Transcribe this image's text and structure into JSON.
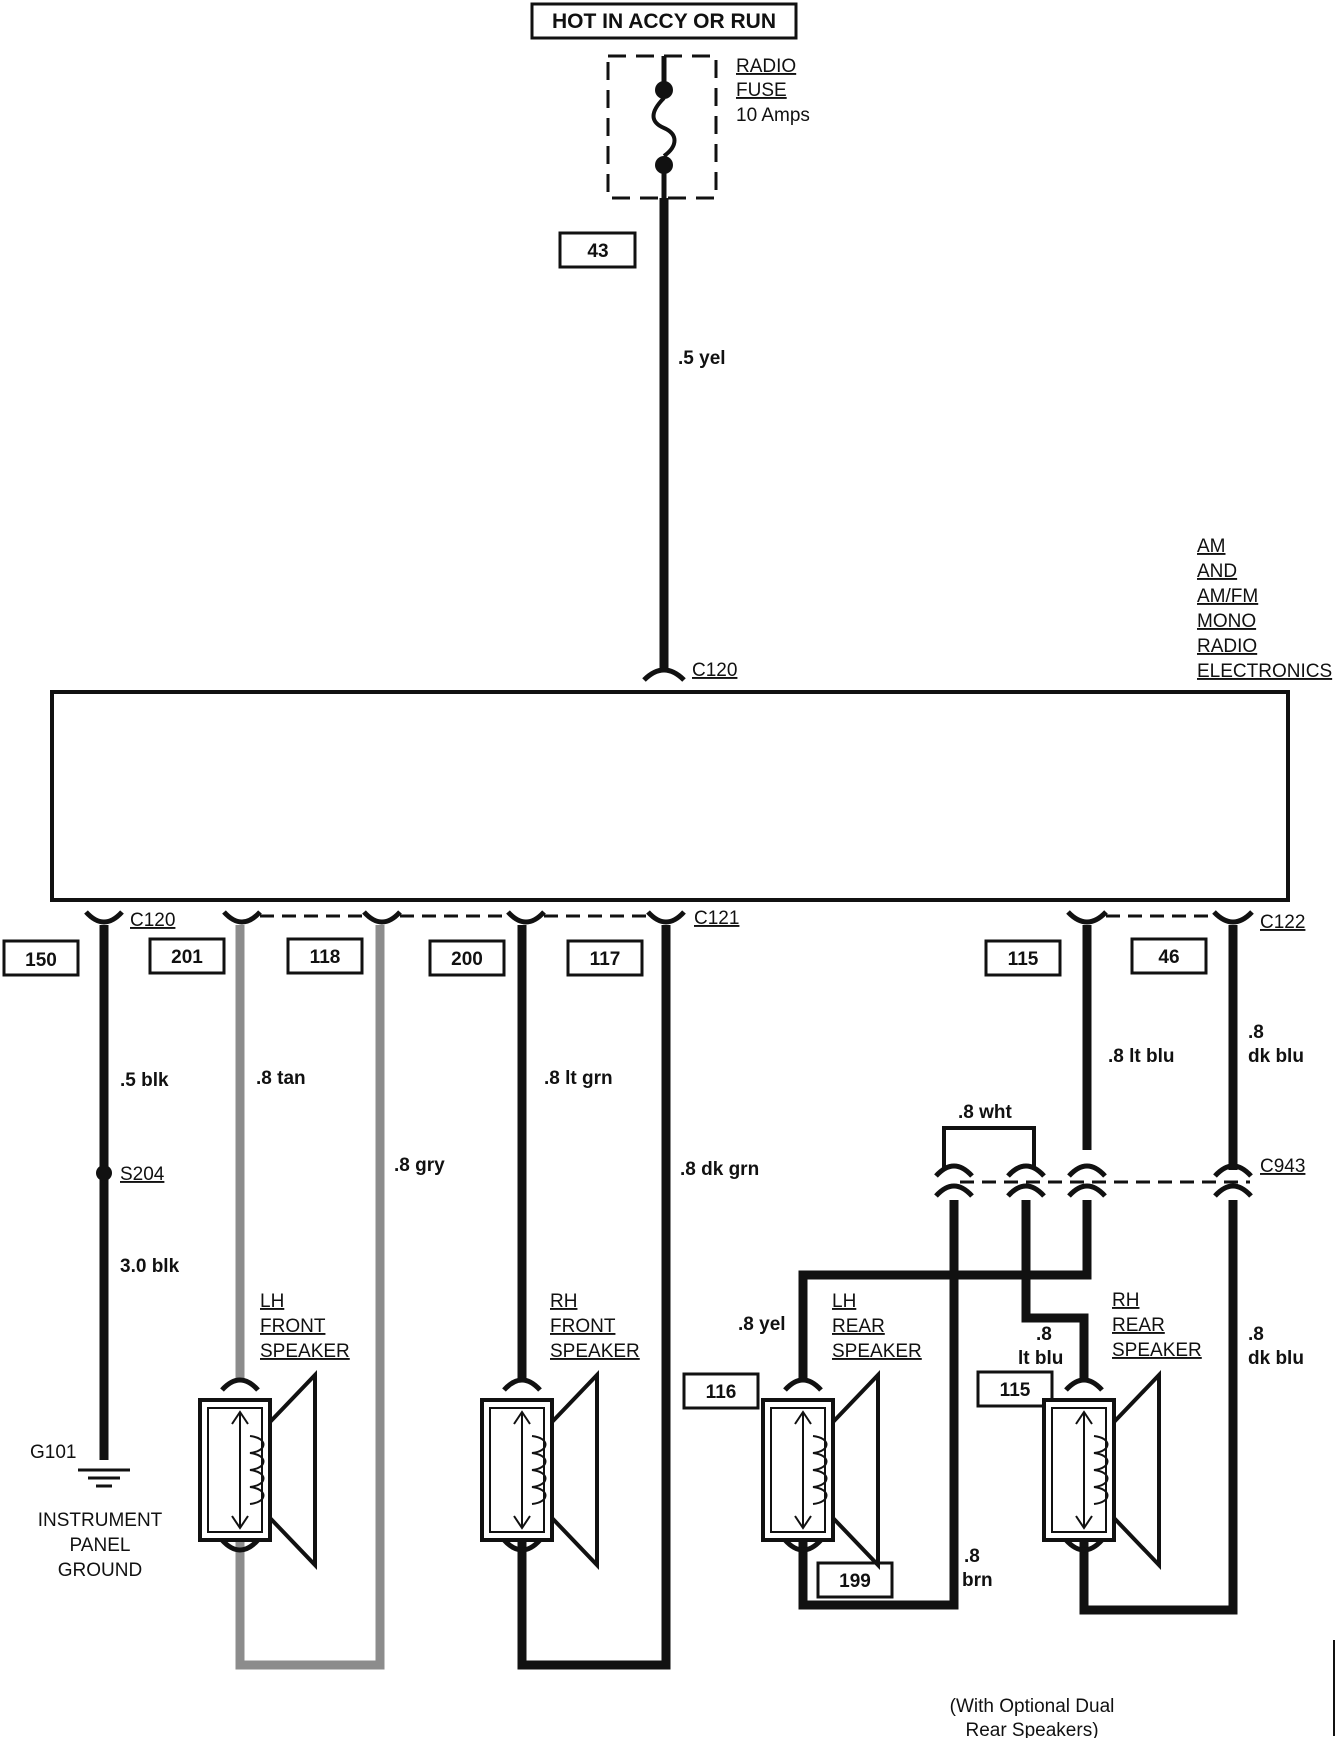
{
  "header": {
    "power_label": "HOT IN ACCY OR RUN"
  },
  "fuse": {
    "line1": "RADIO",
    "line2": "FUSE",
    "line3": "10 Amps"
  },
  "module": {
    "lines": [
      "AM",
      "AND",
      "AM/FM",
      "MONO",
      "RADIO",
      "ELECTRONICS"
    ]
  },
  "connectors": {
    "c120_top": "C120",
    "c120_bottom": "C120",
    "c121": "C121",
    "c122": "C122",
    "c943": "C943"
  },
  "circuits": {
    "c43": "43",
    "c150": "150",
    "c201": "201",
    "c118": "118",
    "c200": "200",
    "c117": "117",
    "c115_top": "115",
    "c46": "46",
    "c116": "116",
    "c115_bottom": "115",
    "c199": "199"
  },
  "wires": {
    "feed": ".5 yel",
    "ground_upper": ".5 blk",
    "ground_lower": "3.0 blk",
    "lh_front_a": ".8 tan",
    "lh_front_b": ".8 gry",
    "rh_front_a": ".8 lt grn",
    "rh_front_b": ".8 dk grn",
    "rear_lt_blu_top": ".8 lt blu",
    "rear_dk_blu_top_1": ".8",
    "rear_dk_blu_top_2": "dk blu",
    "jumper": ".8 wht",
    "lh_rear_yel": ".8 yel",
    "rh_rear_lt_blu_1": ".8",
    "rh_rear_lt_blu_2": "lt blu",
    "rh_rear_dk_blu_1": ".8",
    "rh_rear_dk_blu_2": "dk blu",
    "lh_rear_brn_1": ".8",
    "lh_rear_brn_2": "brn"
  },
  "splice": {
    "s204": "S204"
  },
  "ground": {
    "g101": "G101",
    "line1": "INSTRUMENT",
    "line2": "PANEL",
    "line3": "GROUND"
  },
  "speakers": {
    "lh_front": [
      "LH",
      "FRONT",
      "SPEAKER"
    ],
    "rh_front": [
      "RH",
      "FRONT",
      "SPEAKER"
    ],
    "lh_rear": [
      "LH",
      "REAR",
      "SPEAKER"
    ],
    "rh_rear": [
      "RH",
      "REAR",
      "SPEAKER"
    ]
  },
  "footnote": {
    "line1": "(With Optional Dual",
    "line2": "Rear Speakers)"
  },
  "colors": {
    "ink": "#111111",
    "gray_wire": "#8c8c8c",
    "paper": "#ffffff"
  }
}
